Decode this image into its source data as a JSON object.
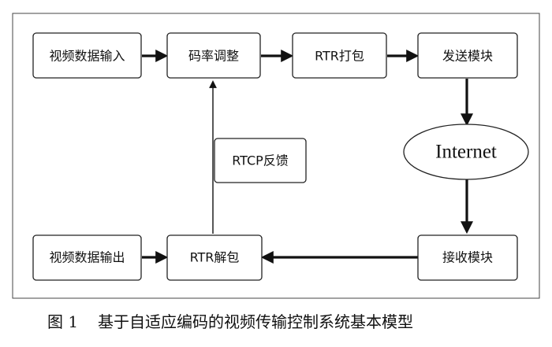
{
  "nodes": {
    "video_input": "视频数据输入",
    "rate_adjust": "码率调整",
    "rtr_pack": "RTR打包",
    "send_module": "发送模块",
    "internet": "Internet",
    "receive_module": "接收模块",
    "rtr_unpack": "RTR解包",
    "video_output": "视频数据输出",
    "rtcp_feedback": "RTCP反馈"
  },
  "caption": {
    "figure_number": "图 1",
    "title": "基于自适应编码的视频传输控制系统基本模型"
  },
  "colors": {
    "line": "#111111",
    "border": "#222222",
    "background": "#ffffff"
  }
}
